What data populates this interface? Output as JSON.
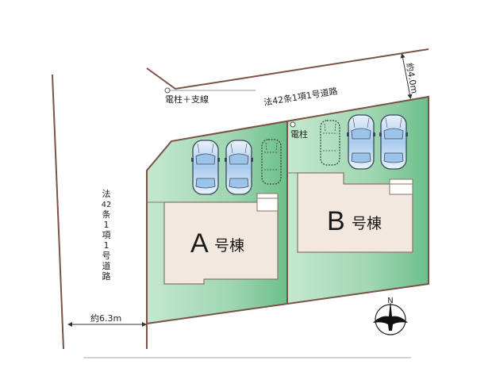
{
  "map": {
    "type": "site-plan",
    "colors": {
      "lot_green": "#a9dcb8",
      "lot_green_dark": "#6cbf8a",
      "boundary": "#7a5246",
      "house_fill": "#f3e8df",
      "house_stroke": "#8a7466",
      "car_blue": "#b8d4ef"
    },
    "roads": {
      "top_road_label": "法42条1項1号道路",
      "top_road_width": "約4.0m",
      "left_road_label_vertical": [
        "法",
        "42",
        "条",
        "1",
        "項",
        "1",
        "号",
        "道",
        "路"
      ],
      "left_road_width": "約6.3m"
    },
    "utility_poles": {
      "pole_with_stay": "電柱＋支線",
      "pole_b": "電柱"
    },
    "lots": [
      {
        "id": "A",
        "letter": "A",
        "suffix": "号棟",
        "parking_solid": 2,
        "parking_dashed": 1
      },
      {
        "id": "B",
        "letter": "B",
        "suffix": "号棟",
        "parking_solid": 2,
        "parking_dashed": 1
      }
    ],
    "compass": {
      "label": "N"
    }
  }
}
